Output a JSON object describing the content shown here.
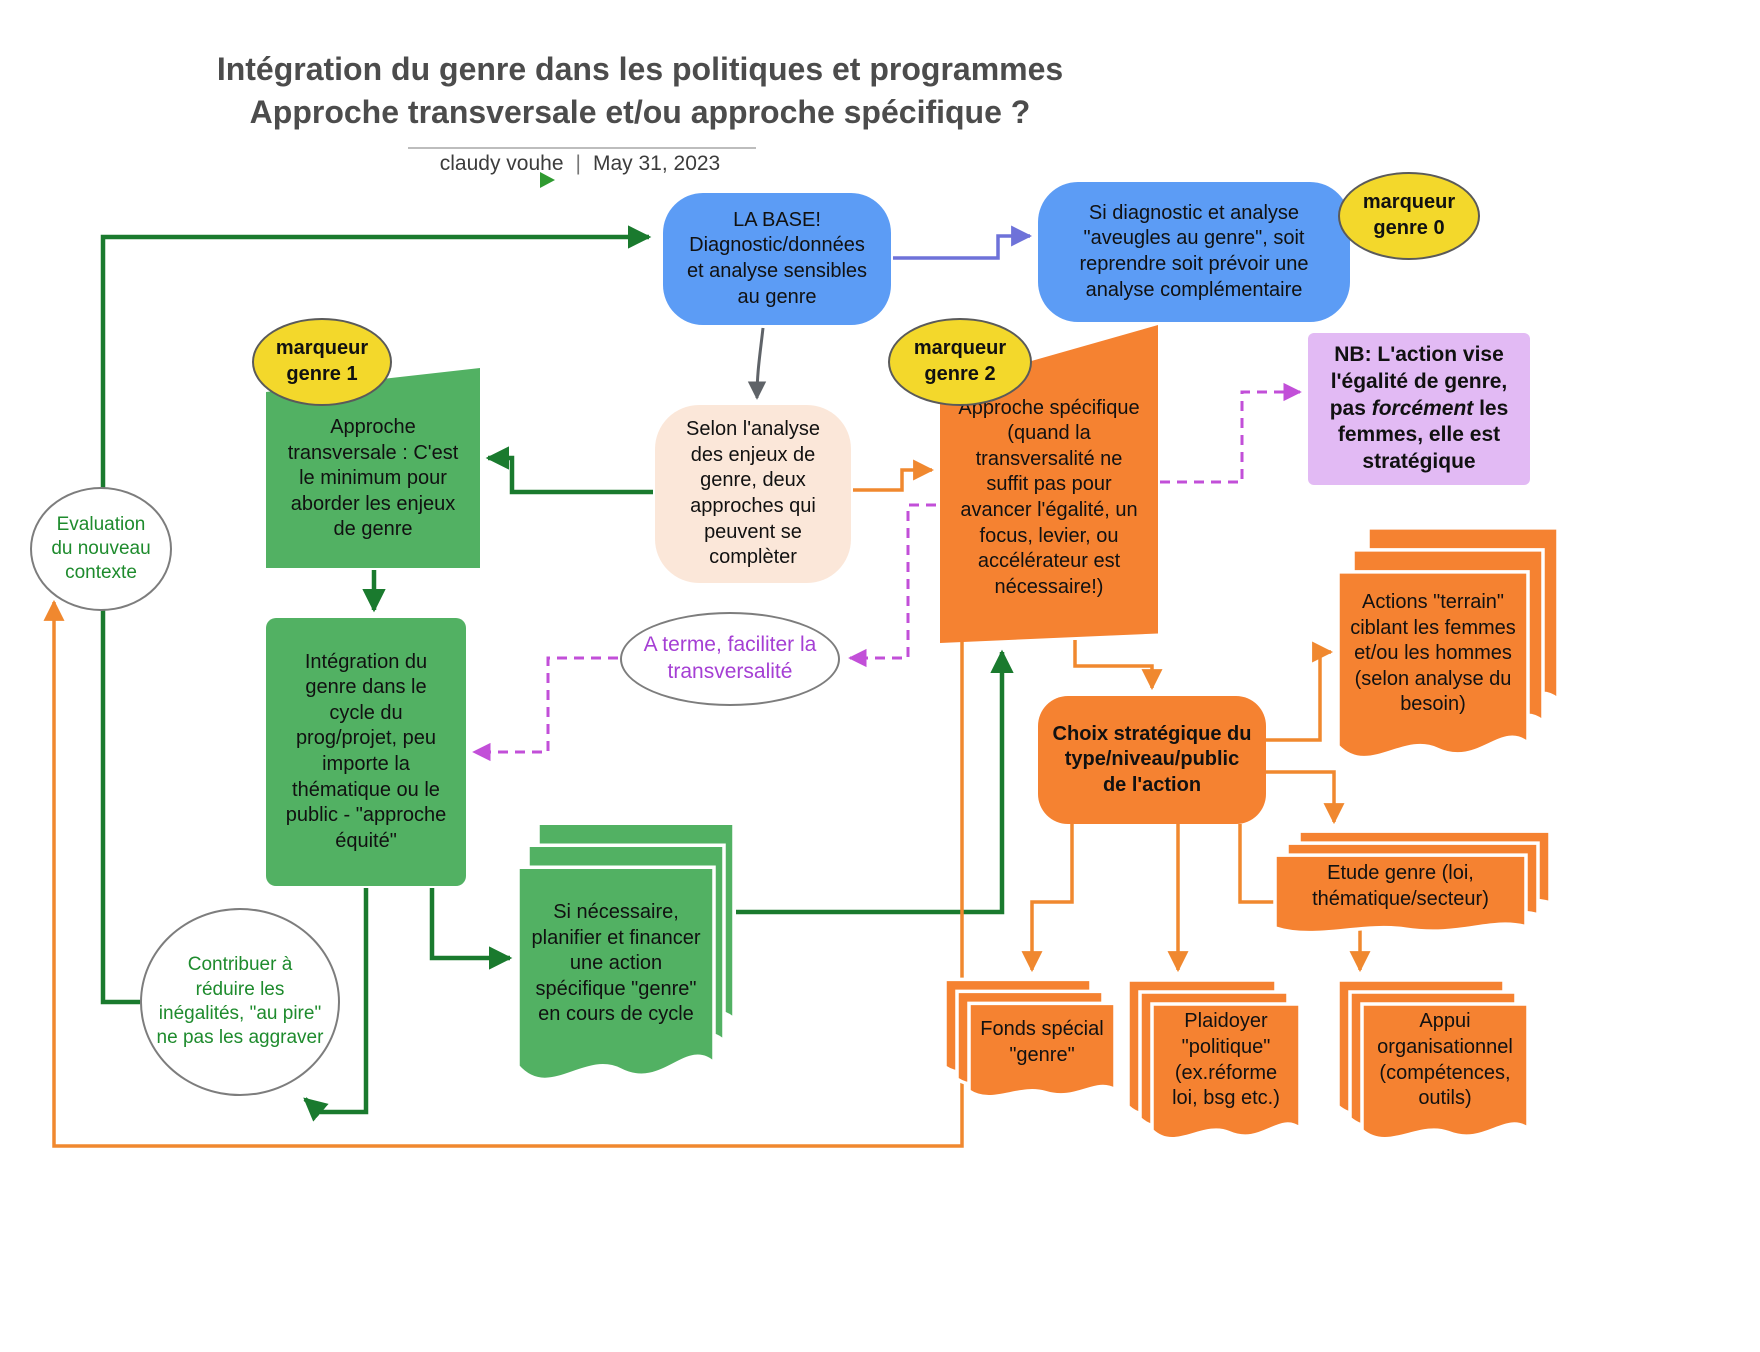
{
  "header": {
    "title_line1": "Intégration du genre dans les politiques et programmes",
    "title_line2": "Approche transversale et/ou approche spécifique ?",
    "author": "claudy vouhe",
    "separator": "|",
    "date": "May 31, 2023"
  },
  "colors": {
    "blue_node": "#5c9cf5",
    "green_node": "#52b163",
    "orange_node": "#f58231",
    "yellow_badge": "#f3d82b",
    "peach_node": "#fbe7d9",
    "lavender_node": "#e2baf4",
    "green_text": "#1e8b2d",
    "purple_text": "#a53fd4",
    "arrow_green": "#1a7a2e",
    "arrow_orange": "#f0882f",
    "arrow_purple_dashed": "#c24fd8",
    "arrow_violet": "#6e72d9",
    "arrow_gray": "#5f6368"
  },
  "nodes": {
    "la_base_title": "LA BASE!",
    "la_base_body": "Diagnostic/données et analyse sensibles au genre",
    "diagnostic_aveugles": "Si diagnostic et analyse \"aveugles au genre\", soit reprendre soit prévoir une analyse complémentaire",
    "marqueur0": "marqueur genre 0",
    "marqueur1": "marqueur genre 1",
    "marqueur2": "marqueur genre 2",
    "approche_transversale": "Approche transversale : C'est le minimum pour aborder les enjeux de genre",
    "selon_analyse": "Selon l'analyse des enjeux de genre, deux approches qui peuvent se complèter",
    "approche_specifique": "Approche spécifique (quand la transversalité ne suffit pas pour avancer l'égalité, un focus, levier, ou accélérateur est nécessaire!)",
    "nb_part1": "NB: L'action vise l'égalité de genre, pas ",
    "nb_italic": "forcément",
    "nb_part2": " les femmes, elle est stratégique",
    "integration_cycle": "Intégration du genre dans le cycle du prog/projet, peu importe la thématique ou le public - \"approche équité\"",
    "a_terme": "A terme, faciliter la transversalité",
    "evaluation_contexte": "Evaluation du nouveau contexte",
    "contribuer": "Contribuer à réduire les inégalités, \"au pire\" ne pas les aggraver",
    "si_necessaire": "Si nécessaire, planifier et financer une action spécifique \"genre\" en cours de cycle",
    "choix_strategique": "Choix stratégique du type/niveau/public de l'action",
    "actions_terrain": "Actions \"terrain\" ciblant les femmes et/ou les hommes (selon analyse du besoin)",
    "etude_genre": "Etude genre (loi, thématique/secteur)",
    "fonds_special": "Fonds spécial \"genre\"",
    "plaidoyer": "Plaidoyer \"politique\" (ex.réforme loi, bsg etc.)",
    "appui_organisationnel": "Appui organisationnel (compétences, outils)"
  }
}
